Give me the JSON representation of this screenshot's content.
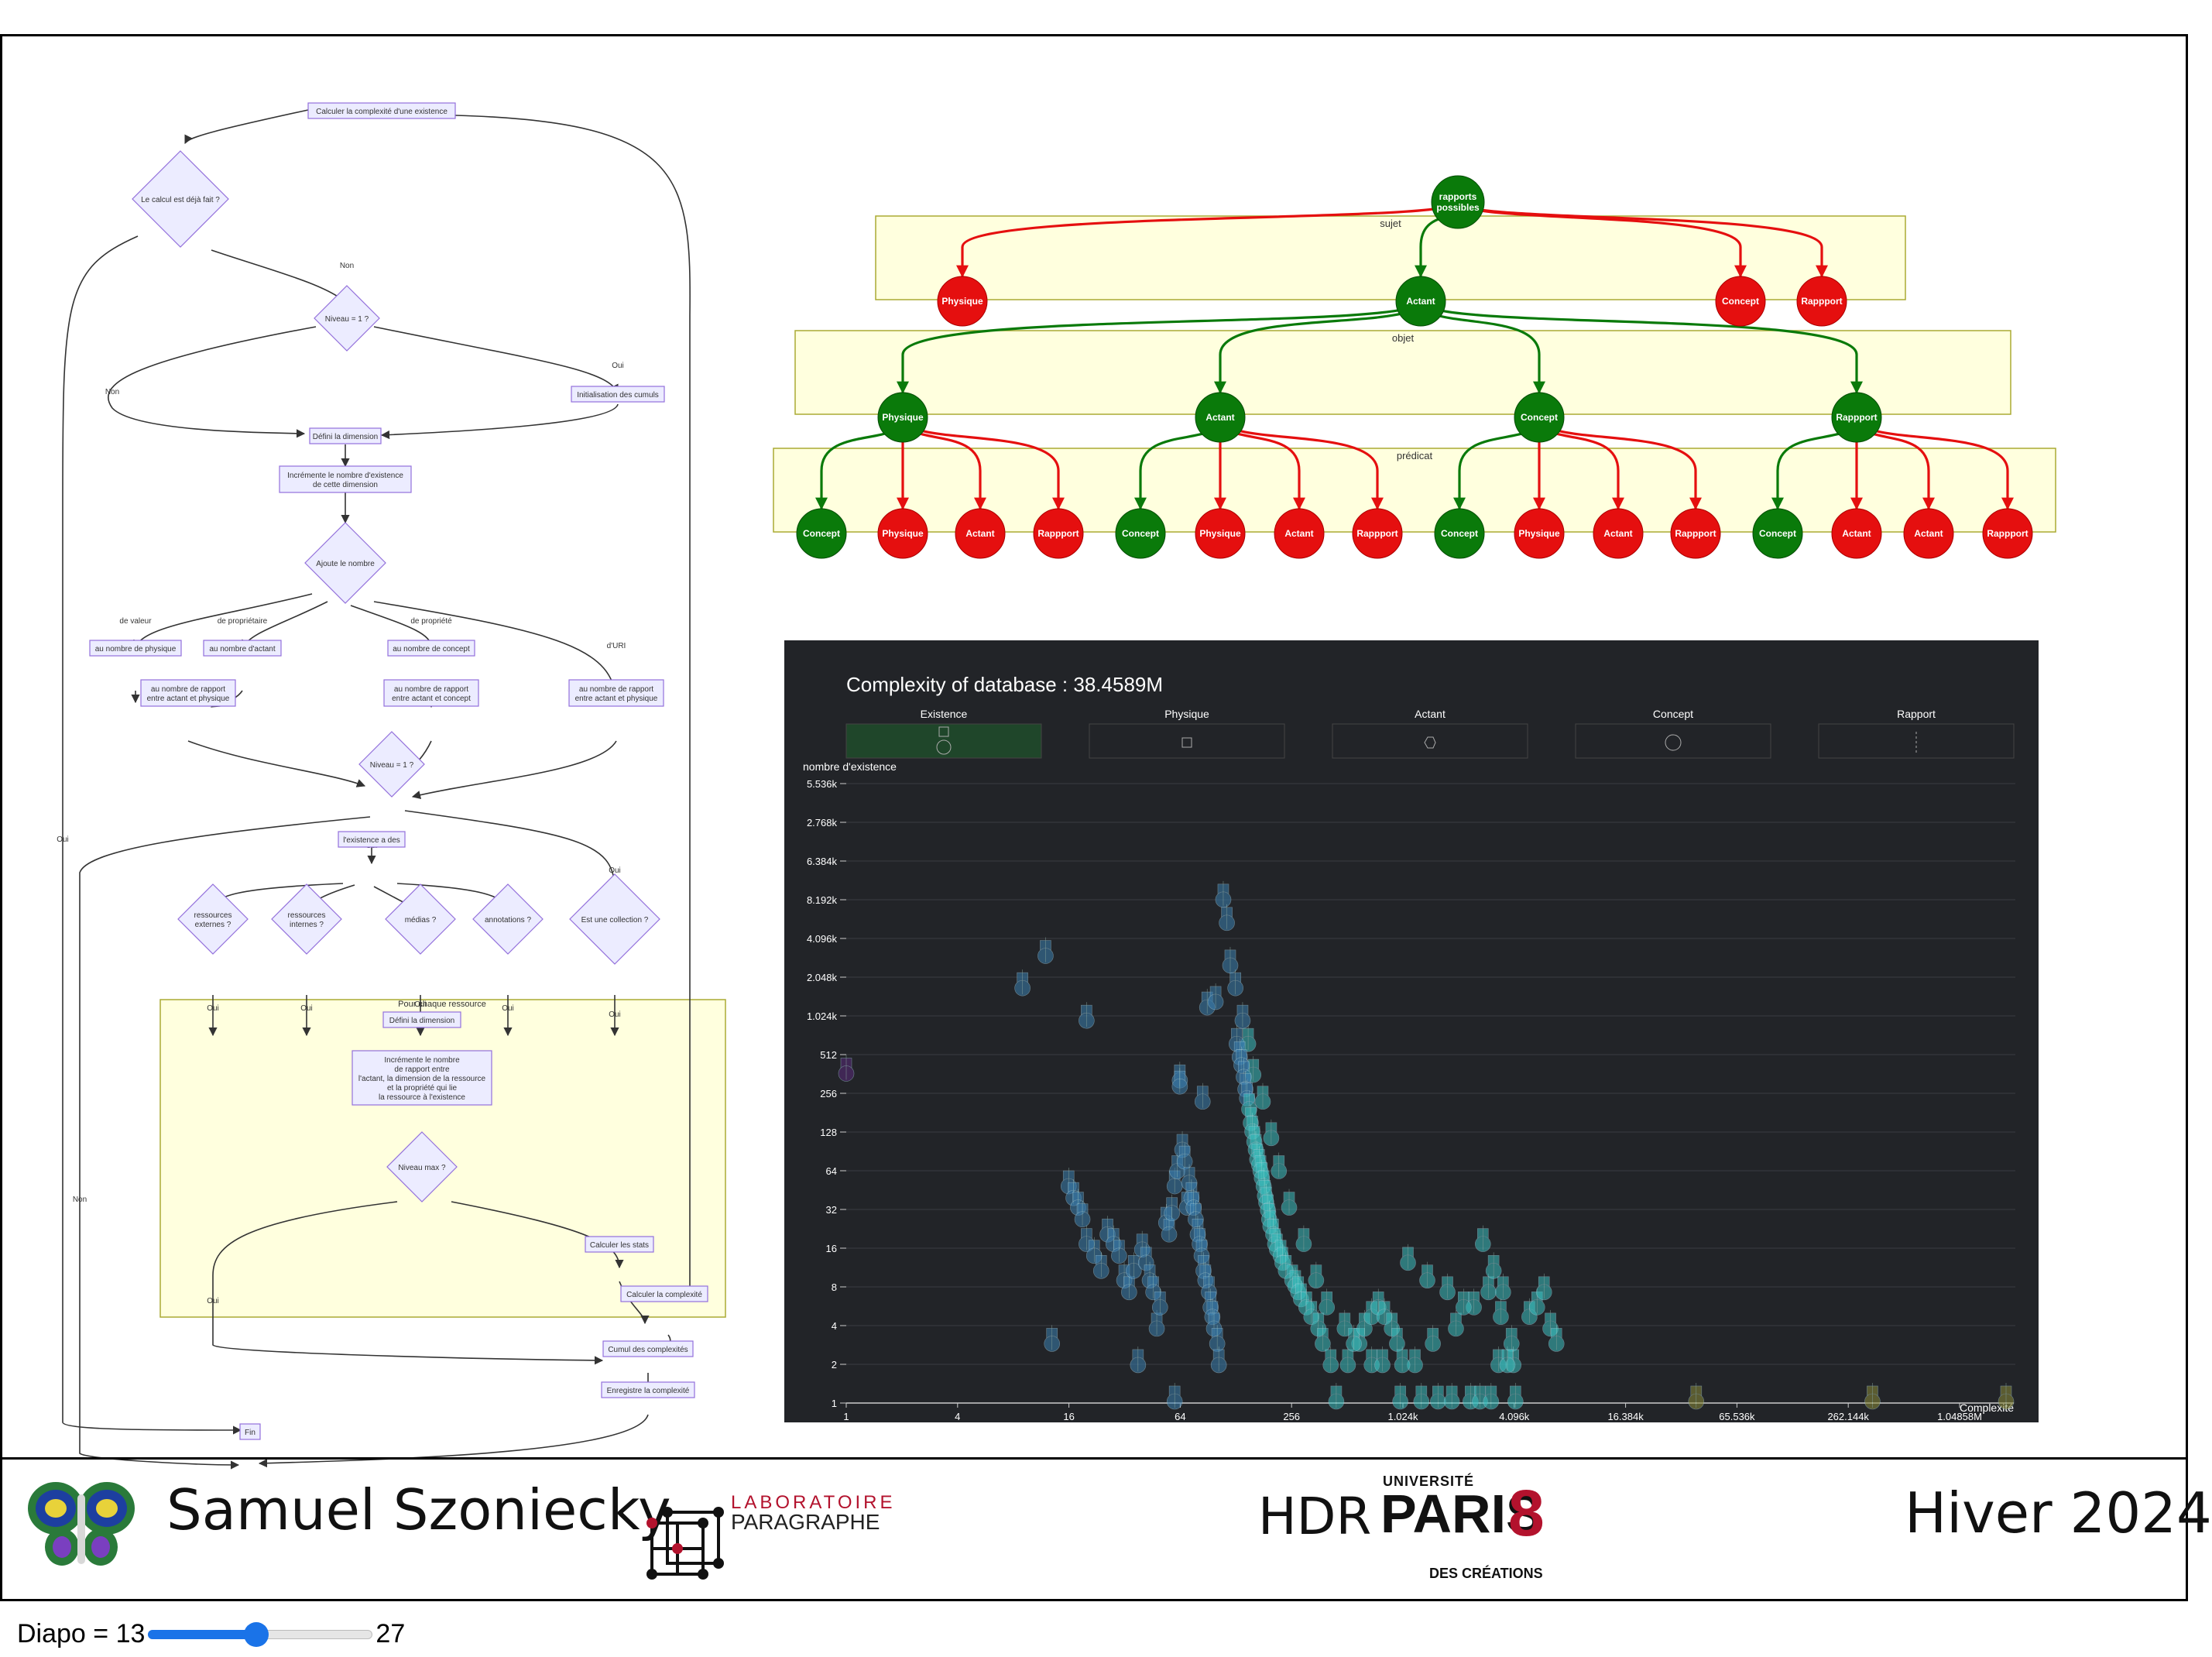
{
  "flowchart": {
    "nodes": [
      {
        "id": "n1",
        "label": "Calculer la complexité d'une existence"
      },
      {
        "id": "n2",
        "label": "Le calcul est déjà fait ?"
      },
      {
        "id": "n3",
        "label": "Niveau = 1 ?"
      },
      {
        "id": "n4",
        "label": "Initialisation des cumuls"
      },
      {
        "id": "n5",
        "label": "Défini la dimension"
      },
      {
        "id": "n6",
        "label": "Incrémente le nombre d'existence\nde cette dimension"
      },
      {
        "id": "n7",
        "label": "Ajoute le nombre"
      },
      {
        "id": "n8",
        "label": "au nombre de physique"
      },
      {
        "id": "n9",
        "label": "au nombre d'actant"
      },
      {
        "id": "n10",
        "label": "au nombre de concept"
      },
      {
        "id": "n11",
        "label": "au nombre de rapport\nentre actant et physique"
      },
      {
        "id": "n12",
        "label": "au nombre de rapport\nentre actant et concept"
      },
      {
        "id": "n13",
        "label": "au nombre de rapport\nentre actant et physique"
      },
      {
        "id": "n14",
        "label": "Niveau = 1 ?"
      },
      {
        "id": "n15",
        "label": "l'existence a des"
      },
      {
        "id": "n16",
        "label": "ressources\nexternes ?"
      },
      {
        "id": "n17",
        "label": "ressources\ninternes ?"
      },
      {
        "id": "n18",
        "label": "médias ?"
      },
      {
        "id": "n19",
        "label": "annotations ?"
      },
      {
        "id": "n20",
        "label": "Est une collection ?"
      },
      {
        "id": "n21",
        "label": "Défini la dimension"
      },
      {
        "id": "n22",
        "label": "Incrémente le nombre\nde rapport entre\nl'actant, la dimension de la ressource\net la propriété qui lie\nla ressource à l'existence"
      },
      {
        "id": "n23",
        "label": "Niveau max ?"
      },
      {
        "id": "n24",
        "label": "Calculer les stats"
      },
      {
        "id": "n25",
        "label": "Calculer la complexité"
      },
      {
        "id": "n26",
        "label": "Cumul des complexités"
      },
      {
        "id": "n27",
        "label": "Enregistre la complexité"
      },
      {
        "id": "n28",
        "label": "Fin"
      }
    ],
    "cluster_label": "Pour chaque ressource",
    "edge_labels": [
      {
        "id": "e1",
        "label": "Non"
      },
      {
        "id": "e2",
        "label": "Non"
      },
      {
        "id": "e3",
        "label": "Oui"
      },
      {
        "id": "e4",
        "label": "Oui"
      },
      {
        "id": "e5",
        "label": "de valeur"
      },
      {
        "id": "e6",
        "label": "de propriétaire"
      },
      {
        "id": "e7",
        "label": "de propriété"
      },
      {
        "id": "e8",
        "label": "d'URI"
      },
      {
        "id": "e9",
        "label": "Oui"
      },
      {
        "id": "e10",
        "label": "Oui"
      },
      {
        "id": "e11",
        "label": "Oui"
      },
      {
        "id": "e12",
        "label": "Oui"
      },
      {
        "id": "e13",
        "label": "Oui"
      },
      {
        "id": "e14",
        "label": "Oui"
      },
      {
        "id": "e15",
        "label": "Oui"
      },
      {
        "id": "e16",
        "label": "Oui"
      },
      {
        "id": "e17",
        "label": "Non"
      },
      {
        "id": "e18",
        "label": "Non"
      },
      {
        "id": "e19",
        "label": "Oui"
      }
    ]
  },
  "tree": {
    "root": "rapports\npossibles",
    "clusters": [
      {
        "id": "c1",
        "label": "sujet"
      },
      {
        "id": "c2",
        "label": "objet"
      },
      {
        "id": "c3",
        "label": "prédicat"
      }
    ],
    "sujet": [
      "Physique",
      "Actant",
      "Concept",
      "Rappport"
    ],
    "objet": [
      "Physique",
      "Actant",
      "Concept",
      "Rappport"
    ],
    "predicat": [
      [
        "Concept",
        "Physique",
        "Actant",
        "Rappport"
      ],
      [
        "Concept",
        "Physique",
        "Actant",
        "Rappport"
      ],
      [
        "Concept",
        "Physique",
        "Actant",
        "Rappport"
      ],
      [
        "Concept",
        "Actant",
        "Actant",
        "Rappport"
      ]
    ],
    "colors": {
      "green": "#0a7a0a",
      "red": "#e50f0f",
      "cluster_bg": "#ffffde",
      "cluster_border": "#aaaa33"
    }
  },
  "chart_data": {
    "type": "scatter",
    "title": "Complexity of database : 38.4589M",
    "legend": {
      "placement": "top",
      "entries": [
        "Existence",
        "Physique",
        "Actant",
        "Concept",
        "Rapport"
      ],
      "active": "Existence"
    },
    "ylabel": "nombre d'existence",
    "xlabel": "Complexité",
    "x_scale": "log2",
    "y_scale": "log2",
    "x_ticks": [
      "1",
      "4",
      "16",
      "64",
      "256",
      "1.024k",
      "4.096k",
      "16.384k",
      "65.536k",
      "262.144k",
      "1.04858M"
    ],
    "y_ticks": [
      "1",
      "2",
      "4",
      "8",
      "16",
      "32",
      "64",
      "128",
      "256",
      "512",
      "1.024k",
      "2.048k",
      "4.096k",
      "8.192k",
      "6.384k",
      "2.768k",
      "5.536k"
    ],
    "xlim": [
      1,
      2097152
    ],
    "ylim": [
      1,
      131072
    ],
    "grid": true,
    "colors": {
      "background": "#222428",
      "low": "#5a2a7a",
      "mid": "#3a7fb0",
      "high": "#3ac0c0",
      "far": "#8a8a3a"
    },
    "series": [
      {
        "name": "Existence",
        "points": [
          [
            1,
            512
          ],
          [
            9,
            2600
          ],
          [
            12,
            4800
          ],
          [
            20,
            1400
          ],
          [
            13,
            3
          ],
          [
            38,
            2
          ],
          [
            48,
            4
          ],
          [
            60,
            1
          ],
          [
            64,
            450
          ],
          [
            64,
            400
          ],
          [
            70,
            40
          ],
          [
            85,
            300
          ],
          [
            90,
            1800
          ],
          [
            100,
            2000
          ],
          [
            110,
            14000
          ],
          [
            115,
            9000
          ],
          [
            120,
            4000
          ],
          [
            128,
            2600
          ],
          [
            140,
            1400
          ],
          [
            150,
            900
          ],
          [
            160,
            500
          ],
          [
            180,
            300
          ],
          [
            200,
            150
          ],
          [
            220,
            80
          ],
          [
            250,
            40
          ],
          [
            300,
            20
          ],
          [
            350,
            10
          ],
          [
            400,
            6
          ],
          [
            500,
            4
          ],
          [
            600,
            3
          ],
          [
            700,
            2
          ],
          [
            800,
            2
          ],
          [
            1000,
            1
          ],
          [
            1200,
            2
          ],
          [
            1500,
            3
          ],
          [
            2000,
            4
          ],
          [
            2500,
            6
          ],
          [
            3000,
            8
          ],
          [
            3500,
            5
          ],
          [
            4000,
            3
          ],
          [
            4096,
            2
          ],
          [
            1100,
            14
          ],
          [
            1400,
            10
          ],
          [
            1800,
            8
          ],
          [
            2200,
            6
          ],
          [
            2800,
            20
          ],
          [
            3200,
            12
          ],
          [
            3600,
            8
          ],
          [
            5000,
            5
          ],
          [
            5500,
            6
          ],
          [
            6000,
            8
          ],
          [
            6500,
            4
          ],
          [
            7000,
            3
          ],
          [
            40000,
            1
          ],
          [
            360000,
            1
          ],
          [
            2000000,
            1
          ],
          [
            16,
            60
          ],
          [
            17,
            48
          ],
          [
            18,
            40
          ],
          [
            19,
            32
          ],
          [
            20,
            20
          ],
          [
            22,
            16
          ],
          [
            24,
            12
          ],
          [
            26,
            24
          ],
          [
            28,
            20
          ],
          [
            30,
            16
          ],
          [
            32,
            10
          ],
          [
            34,
            8
          ],
          [
            36,
            12
          ],
          [
            40,
            18
          ],
          [
            42,
            14
          ],
          [
            44,
            10
          ],
          [
            46,
            8
          ],
          [
            50,
            6
          ],
          [
            54,
            30
          ],
          [
            56,
            24
          ],
          [
            58,
            36
          ],
          [
            60,
            60
          ],
          [
            62,
            80
          ],
          [
            66,
            120
          ],
          [
            68,
            96
          ],
          [
            72,
            64
          ],
          [
            74,
            48
          ],
          [
            76,
            40
          ],
          [
            78,
            32
          ],
          [
            80,
            24
          ],
          [
            82,
            20
          ],
          [
            84,
            16
          ],
          [
            86,
            12
          ],
          [
            88,
            10
          ],
          [
            92,
            8
          ],
          [
            94,
            6
          ],
          [
            96,
            5
          ],
          [
            98,
            4
          ],
          [
            102,
            3
          ],
          [
            104,
            2
          ],
          [
            130,
            900
          ],
          [
            135,
            700
          ],
          [
            138,
            600
          ],
          [
            142,
            480
          ],
          [
            145,
            380
          ],
          [
            148,
            320
          ],
          [
            152,
            260
          ],
          [
            155,
            200
          ],
          [
            158,
            170
          ],
          [
            162,
            140
          ],
          [
            165,
            120
          ],
          [
            168,
            100
          ],
          [
            172,
            90
          ],
          [
            175,
            80
          ],
          [
            178,
            70
          ],
          [
            182,
            60
          ],
          [
            185,
            50
          ],
          [
            188,
            44
          ],
          [
            192,
            38
          ],
          [
            195,
            32
          ],
          [
            198,
            28
          ],
          [
            205,
            24
          ],
          [
            210,
            20
          ],
          [
            215,
            18
          ],
          [
            225,
            16
          ],
          [
            230,
            14
          ],
          [
            240,
            12
          ],
          [
            260,
            10
          ],
          [
            270,
            9
          ],
          [
            280,
            8
          ],
          [
            290,
            7
          ],
          [
            310,
            6
          ],
          [
            330,
            5
          ],
          [
            360,
            4
          ],
          [
            380,
            3
          ],
          [
            420,
            2
          ],
          [
            450,
            1
          ],
          [
            520,
            2
          ],
          [
            560,
            3
          ],
          [
            640,
            4
          ],
          [
            700,
            5
          ],
          [
            760,
            6
          ],
          [
            820,
            5
          ],
          [
            900,
            4
          ],
          [
            960,
            3
          ],
          [
            1024,
            2
          ],
          [
            1300,
            1
          ],
          [
            1600,
            1
          ],
          [
            1900,
            1
          ],
          [
            2400,
            1
          ],
          [
            2700,
            1
          ],
          [
            3100,
            1
          ],
          [
            3400,
            2
          ],
          [
            3800,
            2
          ],
          [
            4200,
            1
          ]
        ]
      }
    ]
  },
  "footer": {
    "author": "Samuel Szoniecky",
    "lab_line1": "LABORATOIRE",
    "lab_line2": "PARAGRAPHE",
    "hdr": "HDR",
    "univ_top": "UNIVERSITÉ",
    "univ_name": "PARIS",
    "univ_num": "8",
    "univ_bottom": "DES CRÉATIONS",
    "season": "Hiver 2024"
  },
  "slider": {
    "label": "Diapo = 13",
    "value": 13,
    "max": 27,
    "max_label": "27",
    "accent": "#1a73e8"
  }
}
